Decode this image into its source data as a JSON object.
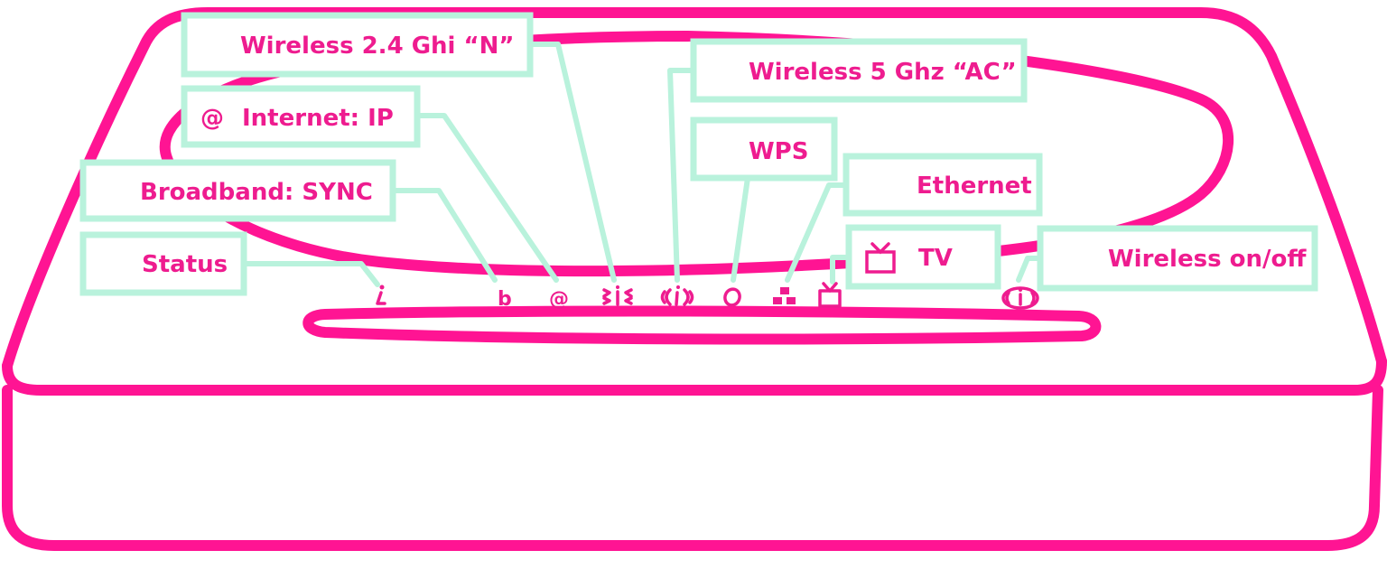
{
  "colors": {
    "router_outline": "#ff1493",
    "label_border": "#b9f2dc",
    "label_text": "#ee1c8f",
    "background": "#ffffff"
  },
  "labels": {
    "wireless_24": "Wireless 2.4 Ghi “N”",
    "internet": "Internet: IP",
    "broadband": "Broadband: SYNC",
    "status": "Status",
    "wireless_5": "Wireless 5 Ghz “AC”",
    "wps": "WPS",
    "ethernet": "Ethernet",
    "tv": "TV",
    "wireless_onoff": "Wireless on/off"
  },
  "icons": {
    "status": "info-icon",
    "broadband": "broadband-b-icon",
    "internet": "at-sign-icon",
    "wireless_24": "wireless-24-icon",
    "wireless_5": "wireless-5-icon",
    "wps": "wps-ring-icon",
    "ethernet": "ethernet-icon",
    "tv": "tv-icon",
    "wireless_onoff": "wireless-toggle-icon"
  }
}
